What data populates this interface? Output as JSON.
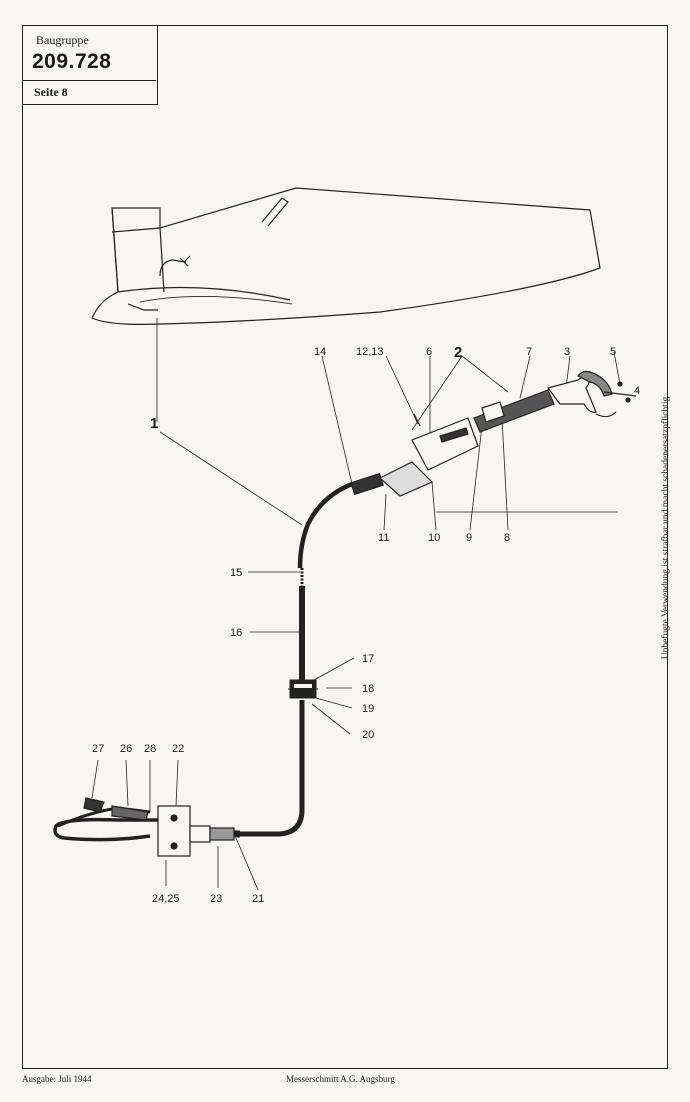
{
  "title_block": {
    "group_label": "Baugruppe",
    "group_number": "209.728",
    "page_label": "Seite 8"
  },
  "side_note": "Unbefugte Verwendung ist strafbar und macht schadenersatzpflichtig",
  "footer": {
    "edition": "Ausgabe: Juli 1944",
    "company": "Messerschmitt A.G. Augsburg"
  },
  "part_labels": {
    "p1": "1",
    "p2": "2",
    "p3": "3",
    "p4": "4",
    "p5": "5",
    "p6": "6",
    "p7": "7",
    "p8": "8",
    "p9": "9",
    "p10": "10",
    "p11": "11",
    "p12_13": "12,13",
    "p14": "14",
    "p15": "15",
    "p16": "16",
    "p17": "17",
    "p18": "18",
    "p19": "19",
    "p20": "20",
    "p21": "21",
    "p22": "22",
    "p23": "23",
    "p24_25": "24,25",
    "p26": "26",
    "p27": "27",
    "p28": "28"
  }
}
